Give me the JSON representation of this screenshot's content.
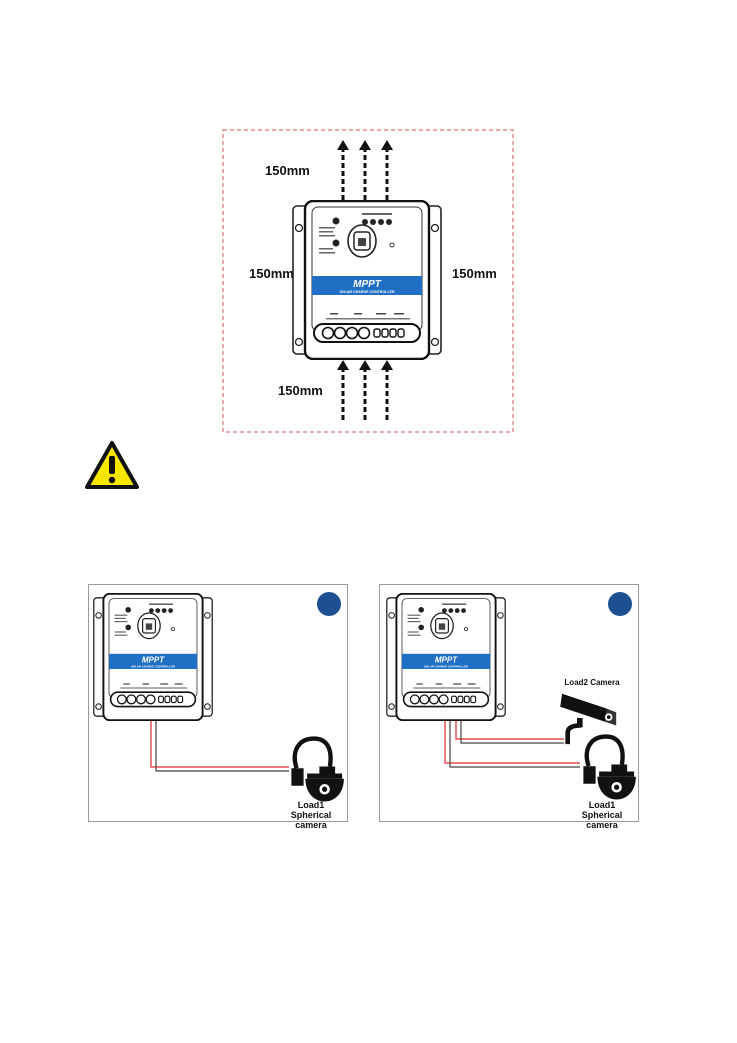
{
  "clearance": {
    "top": "150mm",
    "left": "150mm",
    "right": "150mm",
    "bottom": "150mm"
  },
  "controller": {
    "brand_text": "MPPT",
    "subtitle": "SOLAR CHARGE CONTROLLER"
  },
  "diagram_left": {
    "load1_line1": "Load1",
    "load1_line2": "Spherical camera"
  },
  "diagram_right": {
    "load2_label": "Load2 Camera",
    "load1_line1": "Load1",
    "load1_line2": "Spherical camera"
  },
  "colors": {
    "dashed_box": "#d9534f",
    "brand_band": "#1f6fc4",
    "dot": "#1d4f91",
    "wire_red": "#e02a2a",
    "warning_yellow": "#f7e600"
  },
  "icons": {
    "warning": "warning-triangle-icon",
    "arrow": "dashed-arrow-up-icon",
    "camera_dome": "dome-camera-icon",
    "camera_box": "box-camera-icon"
  }
}
